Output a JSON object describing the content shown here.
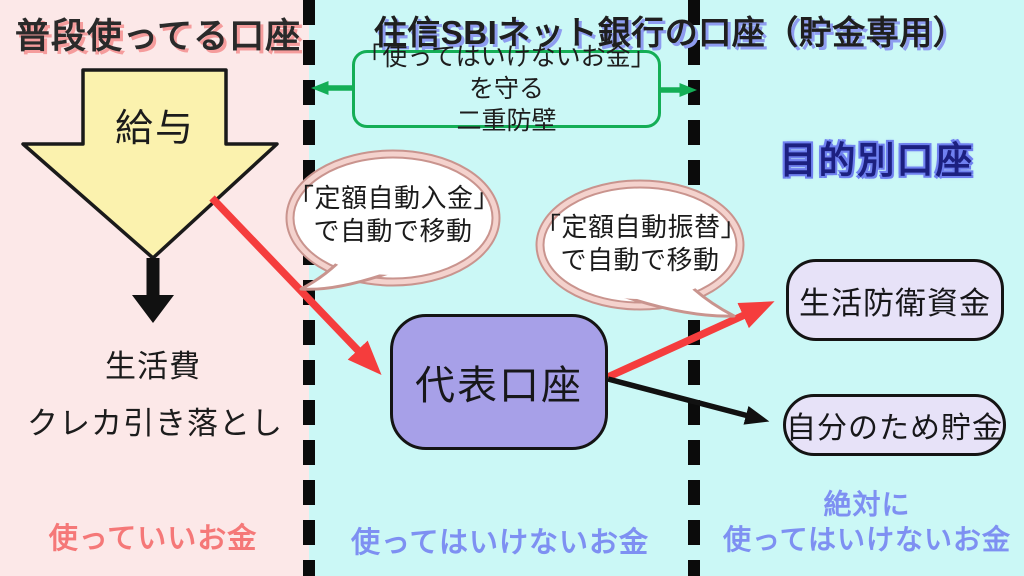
{
  "sections": {
    "left": {
      "title": "普段使ってる口座",
      "salary_label": "給与",
      "expense_line1": "生活費",
      "expense_line2": "クレカ引き落とし",
      "footer": "使っていいお金"
    },
    "middle": {
      "title": "住信SBIネット銀行の口座（貯金専用）",
      "shield_line1": "「使ってはいけないお金」を守る",
      "shield_line2": "二重防壁",
      "bubble_deposit_line1": "「定額自動入金」",
      "bubble_deposit_line2": "で自動で移動",
      "bubble_transfer_line1": "「定額自動振替」",
      "bubble_transfer_line2": "で自動で移動",
      "main_account": "代表口座",
      "footer": "使ってはいけないお金"
    },
    "right": {
      "heading": "目的別口座",
      "account1": "生活防衛資金",
      "account2": "自分のため貯金",
      "footer_line1": "絶対に",
      "footer_line2": "使ってはいけないお金"
    }
  },
  "colors": {
    "left_bg": "#fce8e8",
    "cyan_bg": "#cbf8f6",
    "salary_arrow_fill": "#fbf2ae",
    "main_account_fill": "#a7a0e8",
    "savings_box_fill": "#e7e2f8",
    "red_arrow": "#f53d3d",
    "green_accent": "#14ae56",
    "bubble_border": "#c9948e",
    "blue_label": "#7e90f2",
    "pink_label": "#f57878",
    "purpose_heading_blue": "#1c2080"
  }
}
